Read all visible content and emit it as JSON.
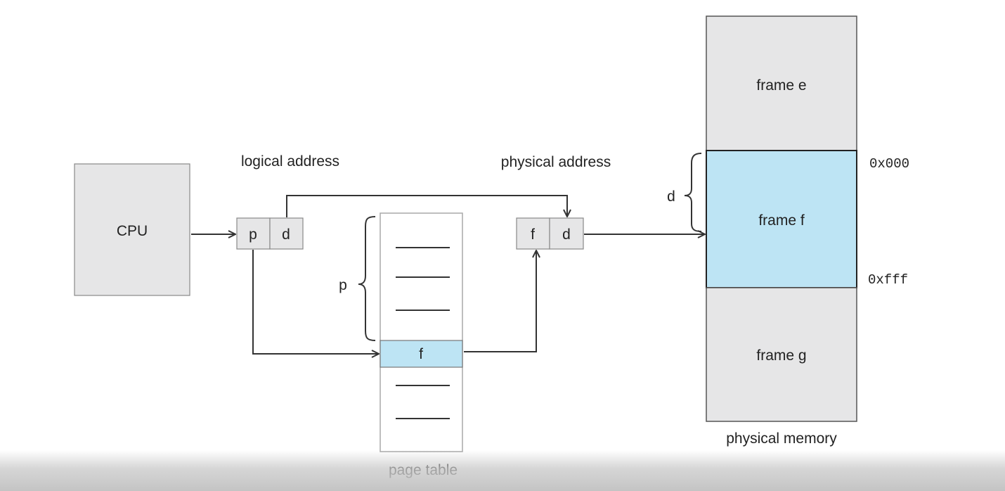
{
  "colors": {
    "box_fill": "#e6e6e7",
    "highlight_fill": "#bde4f4",
    "stroke": "#333333",
    "table_border": "#a8a8a8"
  },
  "cpu": {
    "label": "CPU"
  },
  "logical_address": {
    "label": "logical address",
    "p": "p",
    "d": "d"
  },
  "physical_address": {
    "label": "physical address",
    "f": "f",
    "d": "d"
  },
  "page_table": {
    "label": "page table",
    "entry": "f",
    "brace_label": "p"
  },
  "physical_memory": {
    "label": "physical memory",
    "frames": [
      "frame e",
      "frame f",
      "frame g"
    ],
    "offset_label": "d",
    "start_address": "0x000",
    "end_address": "0xfff"
  }
}
